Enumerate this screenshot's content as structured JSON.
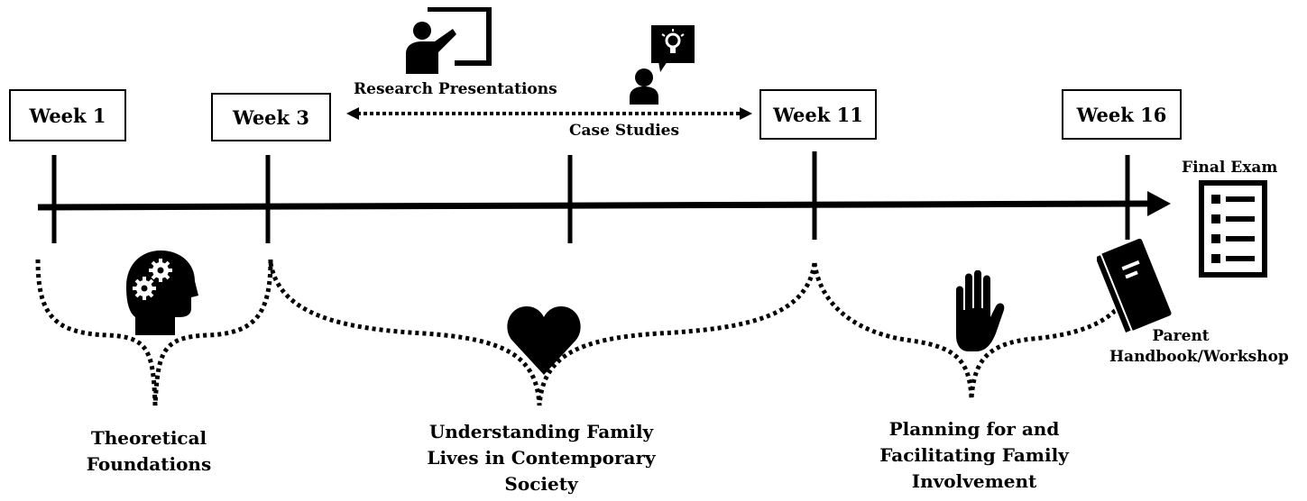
{
  "weeks": {
    "w1": "Week 1",
    "w3": "Week 3",
    "w11": "Week 11",
    "w16": "Week 16"
  },
  "activities": {
    "research": "Research Presentations",
    "case": "Case Studies",
    "final": "Final Exam",
    "parent_line1": "Parent",
    "parent_line2": "Handbook/Workshop"
  },
  "phases": {
    "p1": [
      "Theoretical",
      "Foundations"
    ],
    "p2": [
      "Understanding Family",
      "Lives in Contemporary",
      "Society"
    ],
    "p3": [
      "Planning for and",
      "Facilitating Family",
      "Involvement"
    ]
  },
  "icons": [
    "presentation-board-icon",
    "lightbulb-speech-icon",
    "head-gears-icon",
    "heart-icon",
    "hand-icon",
    "notebook-icon",
    "checklist-icon"
  ]
}
